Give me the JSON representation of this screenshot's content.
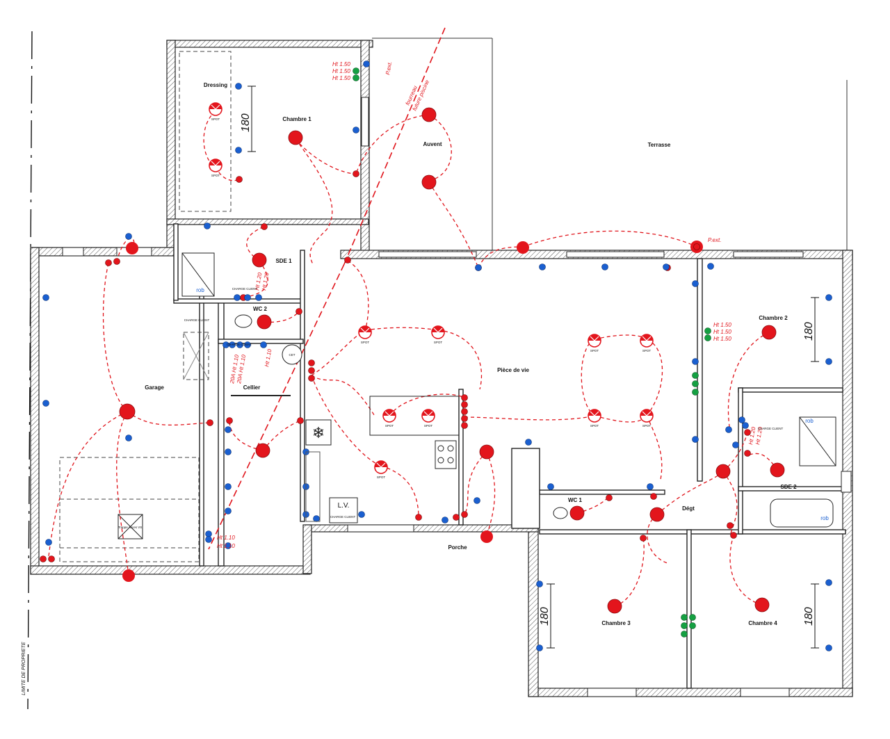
{
  "plan": {
    "property_label": "LIMITE DE PROPRIETE",
    "rooms": {
      "dressing": "Dressing",
      "chambre1": "Chambre 1",
      "auvent": "Auvent",
      "terrasse": "Terrasse",
      "sde1": "SDE 1",
      "wc2": "WC 2",
      "garage": "Garage",
      "cellier": "Cellier",
      "piece_de_vie": "Pièce de vie",
      "chambre2": "Chambre 2",
      "sde2": "SDE 2",
      "wc1": "WC 1",
      "degt": "Dégt",
      "porche": "Porche",
      "chambre3": "Chambre 3",
      "chambre4": "Chambre 4",
      "lv": "L.V.",
      "cet": "CET",
      "trappe": "Trappe Acces VS"
    },
    "annotations": {
      "ht150": "Ht 1.50",
      "ht120": "Ht 1.20",
      "ht110": "Ht 1.10",
      "a20_ht110": "20A Ht 1.10",
      "pext": "P.ext.",
      "fourreau": "fourreau",
      "future_piscine": "future piscine",
      "spot": "SPOT",
      "charge_client": "CHARGE CLIENT",
      "rob": "rob",
      "dim180": "180"
    }
  },
  "colors": {
    "light_point": "#e3151c",
    "wiring": "#e0141b",
    "socket": "#1a5fd0",
    "network": "#15a042",
    "walls": "#222222"
  }
}
